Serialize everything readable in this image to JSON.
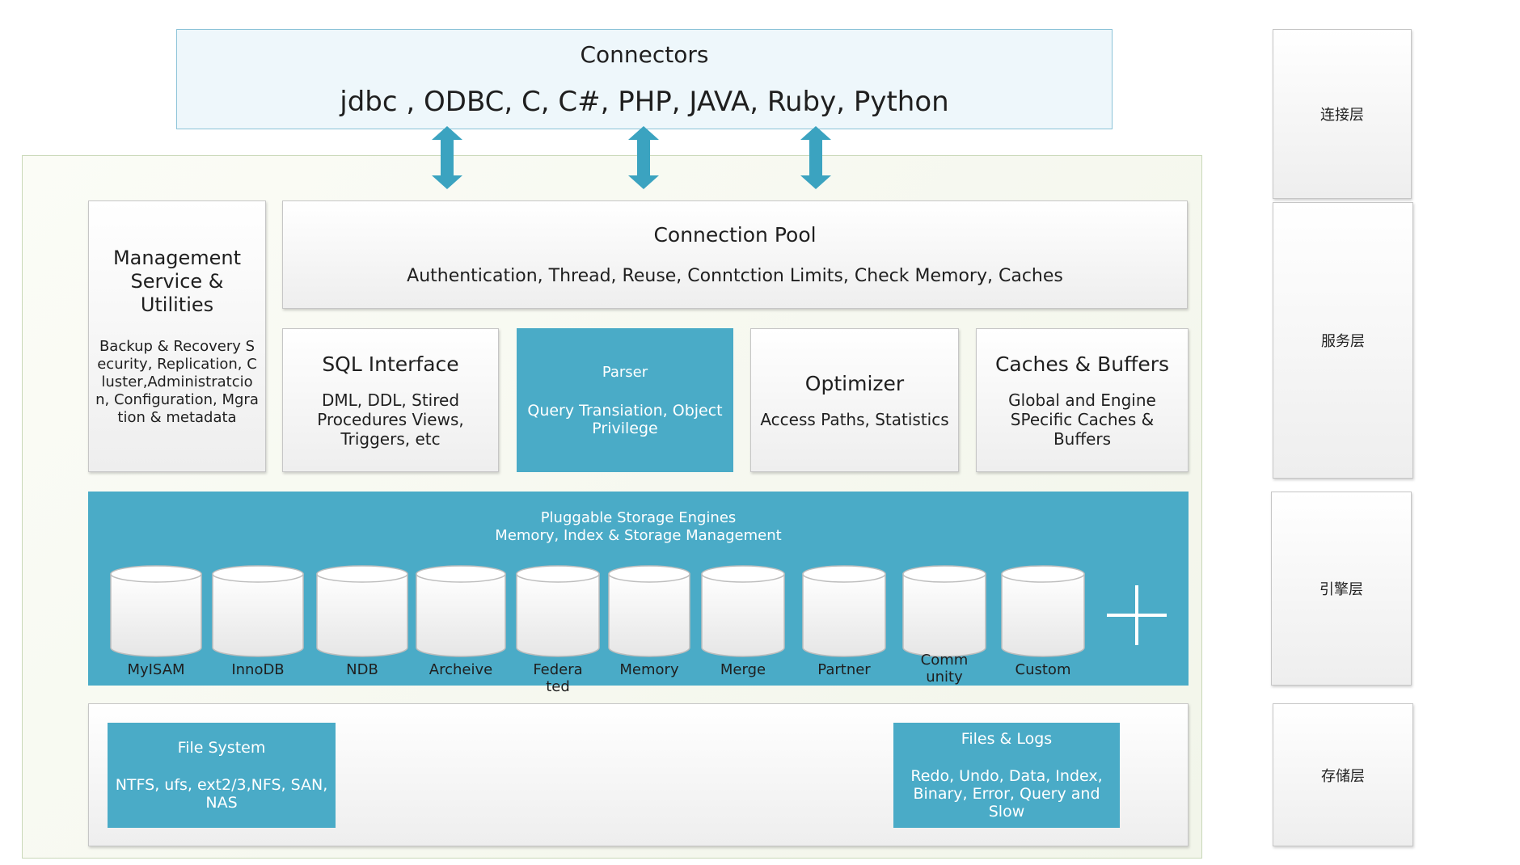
{
  "connectors": {
    "title": "Connectors",
    "languages": "jdbc , ODBC, C, C#, PHP, JAVA, Ruby, Python"
  },
  "management": {
    "title": "Management Service & Utilities",
    "details": "Backup & Recovery Security, Replication, Cluster,Administratcion, Configuration, Mgration & metadata"
  },
  "connection_pool": {
    "title": "Connection Pool",
    "details": "Authentication, Thread, Reuse, Conntction Limits, Check Memory, Caches"
  },
  "sql_interface": {
    "title": "SQL Interface",
    "details": "DML, DDL, Stired Procedures Views, Triggers, etc"
  },
  "parser": {
    "title": "Parser",
    "details": "Query Transiation, Object Privilege"
  },
  "optimizer": {
    "title": "Optimizer",
    "details": "Access Paths, Statistics"
  },
  "caches_buffers": {
    "title": "Caches & Buffers",
    "details": "Global and Engine SPecific Caches & Buffers"
  },
  "storage_engines": {
    "title": "Pluggable Storage Engines",
    "subtitle": "Memory, Index & Storage Management",
    "engines": [
      {
        "label": "MyISAM"
      },
      {
        "label": "InnoDB"
      },
      {
        "label": "NDB"
      },
      {
        "label": "Archeive"
      },
      {
        "label": "Federated"
      },
      {
        "label": "Memory"
      },
      {
        "label": "Merge"
      },
      {
        "label": "Partner"
      },
      {
        "label": "Community"
      },
      {
        "label": "Custom"
      }
    ]
  },
  "file_system": {
    "title": "File System",
    "details": "NTFS, ufs, ext2/3,NFS, SAN, NAS"
  },
  "files_logs": {
    "title": "Files & Logs",
    "details": "Redo, Undo, Data, Index, Binary, Error, Query and Slow"
  },
  "layers": {
    "connection": "连接层",
    "service": "服务层",
    "engine": "引擎层",
    "storage": "存储层"
  },
  "colors": {
    "accent": "#4aabc7",
    "connector_bg": "#eef7fb",
    "frame_border": "#c9d8b8"
  }
}
